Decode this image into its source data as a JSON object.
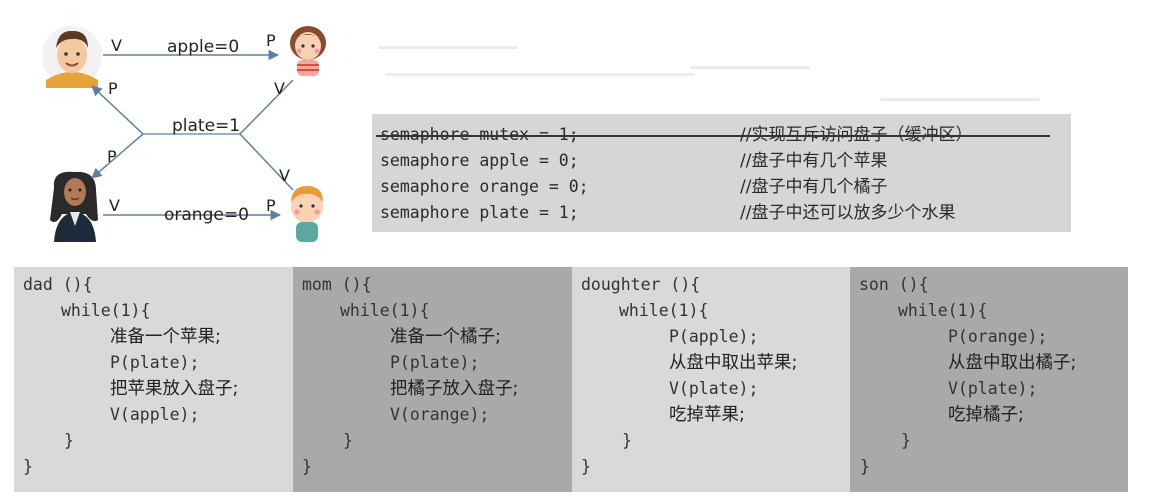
{
  "diagram": {
    "plate_label": "plate=1",
    "apple_label": "apple=0",
    "orange_label": "orange=0",
    "arrow_labels": {
      "dad_apple_v": "V",
      "daughter_apple_p": "P",
      "plate_to_dad_p": "P",
      "daughter_to_plate_v": "V",
      "plate_to_mom_p": "P",
      "son_to_plate_v": "V",
      "mom_orange_v": "V",
      "son_orange_p": "P"
    },
    "people": {
      "dad": "dad",
      "daughter": "daughter",
      "mom": "mom",
      "son": "son"
    }
  },
  "semaphores": [
    {
      "decl": "semaphore mutex = 1;",
      "comment": "//实现互斥访问盘子（缓冲区）",
      "struck": true
    },
    {
      "decl": "semaphore apple = 0;",
      "comment": "//盘子中有几个苹果",
      "struck": false
    },
    {
      "decl": "semaphore orange = 0;",
      "comment": "//盘子中有几个橘子",
      "struck": false
    },
    {
      "decl": "semaphore plate = 1;",
      "comment": "//盘子中还可以放多少个水果",
      "struck": false
    }
  ],
  "code_panels": [
    {
      "bg": "#d9d9d9",
      "lines": [
        "dad (){",
        "while(1){",
        "准备一个苹果;",
        "P(plate);",
        "把苹果放入盘子;",
        "V(apple);",
        "}",
        "}"
      ]
    },
    {
      "bg": "#a9a9a9",
      "lines": [
        "mom (){",
        "while(1){",
        "准备一个橘子;",
        "P(plate);",
        "把橘子放入盘子;",
        "V(orange);",
        "}",
        "}"
      ]
    },
    {
      "bg": "#d9d9d9",
      "lines": [
        "doughter (){",
        "while(1){",
        "P(apple);",
        "从盘中取出苹果;",
        "V(plate);",
        "吃掉苹果;",
        "}",
        "}"
      ]
    },
    {
      "bg": "#a9a9a9",
      "lines": [
        "son (){",
        "while(1){",
        "P(orange);",
        "从盘中取出橘子;",
        "V(plate);",
        "吃掉橘子;",
        "}",
        "}"
      ]
    }
  ],
  "colors": {
    "arrow": "#5b7fa6",
    "panel_light": "#d9d9d9",
    "panel_dark": "#a9a9a9",
    "sem_box": "#d6d6d6"
  }
}
